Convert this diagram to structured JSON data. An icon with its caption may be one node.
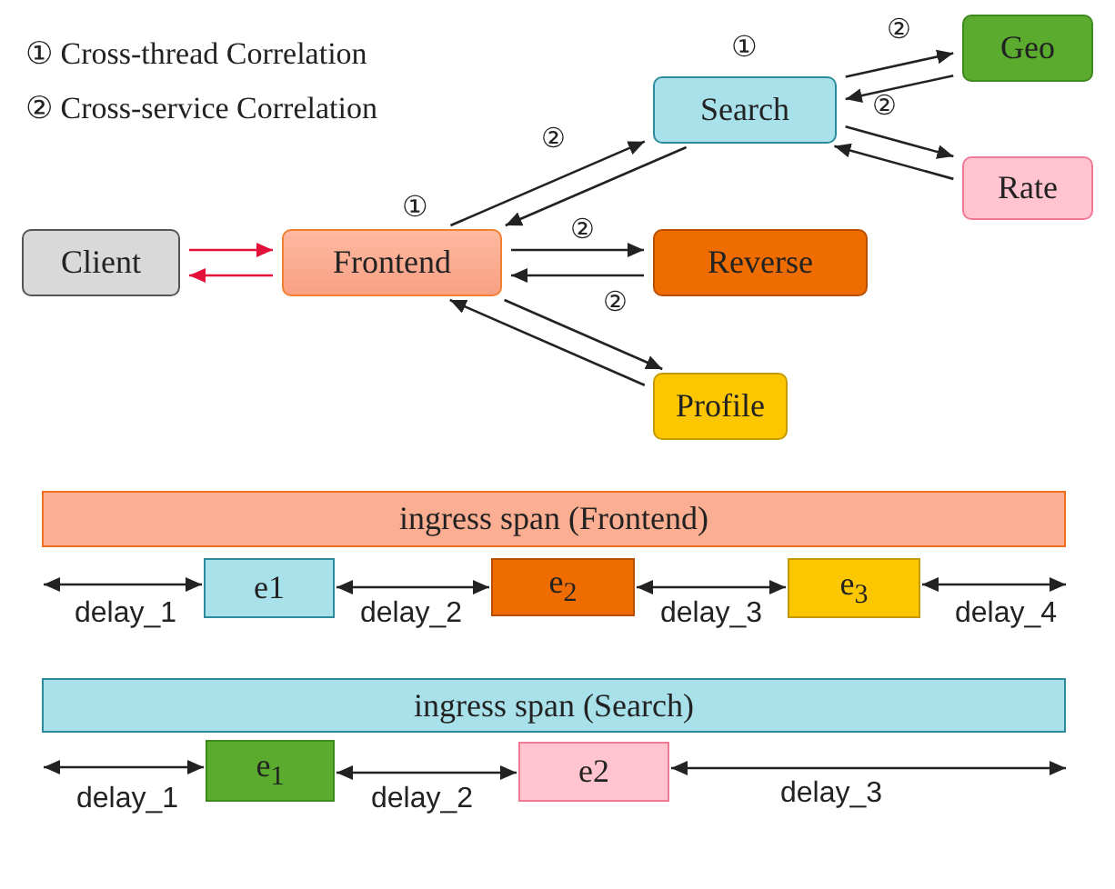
{
  "diagram": {
    "nodes": [
      {
        "text": [
          "Geo"
        ]
      },
      {
        "text": [
          "Search"
        ],
        "beside": [
          "①"
        ]
      },
      {
        "text": [
          "Rate"
        ]
      },
      {
        "text": [
          "Client"
        ]
      },
      {
        "text": [
          "Frontend"
        ],
        "beside": [
          "①"
        ]
      },
      {
        "text": [
          "Reverse"
        ]
      },
      {
        "text": [
          "Profile"
        ]
      },
      {
        "text": [
          "ingress span (Frontend)"
        ]
      },
      {
        "text": [
          "e1"
        ]
      },
      {
        "text": [
          "e$_{2}$"
        ]
      },
      {
        "text": [
          "e$_{3}$"
        ]
      },
      {
        "text": [
          "ingress span (Search)"
        ]
      },
      {
        "text": [
          "e$_{1}$"
        ]
      },
      {
        "text": [
          "e2"
        ]
      }
    ],
    "edges": [
      {
        "from": 1,
        "to": 0,
        "arrow": "to",
        "label": "②"
      },
      {
        "from": 0,
        "to": 1,
        "arrow": "to"
      },
      {
        "from": 1,
        "to": 2,
        "arrow": "to",
        "label": "②"
      },
      {
        "from": 2,
        "to": 1,
        "arrow": "to"
      },
      {
        "from": 3,
        "to": 4,
        "arrow": "to",
        "color": "#e3103a"
      },
      {
        "from": 4,
        "to": 3,
        "arrow": "to",
        "color": "#e3103a"
      },
      {
        "from": 4,
        "to": 1,
        "arrow": "to",
        "label": "②"
      },
      {
        "from": 1,
        "to": 4,
        "arrow": "to"
      },
      {
        "from": 4,
        "to": 5,
        "arrow": "to",
        "label": "②"
      },
      {
        "from": 5,
        "to": 4,
        "arrow": "to"
      },
      {
        "from": 4,
        "to": 6,
        "arrow": "to",
        "label": "②"
      },
      {
        "from": 6,
        "to": 4,
        "arrow": "to"
      },
      {
        "from": 7,
        "to": 8,
        "arrow": "both",
        "label": "delay_1"
      },
      {
        "from": 8,
        "to": 9,
        "arrow": "both",
        "label": "delay_2"
      },
      {
        "from": 9,
        "to": 10,
        "arrow": "both",
        "label": "delay_3"
      },
      {
        "from": 10,
        "to": 7,
        "arrow": "both",
        "label": "delay_4"
      },
      {
        "from": 11,
        "to": 12,
        "arrow": "both",
        "label": "delay_1"
      },
      {
        "from": 12,
        "to": 13,
        "arrow": "both",
        "label": "delay_2"
      },
      {
        "from": 13,
        "to": 11,
        "arrow": "both",
        "label": "delay_3"
      }
    ],
    "labels": [
      "① Cross-thread Correlation",
      "② Cross-service Correlation"
    ]
  }
}
